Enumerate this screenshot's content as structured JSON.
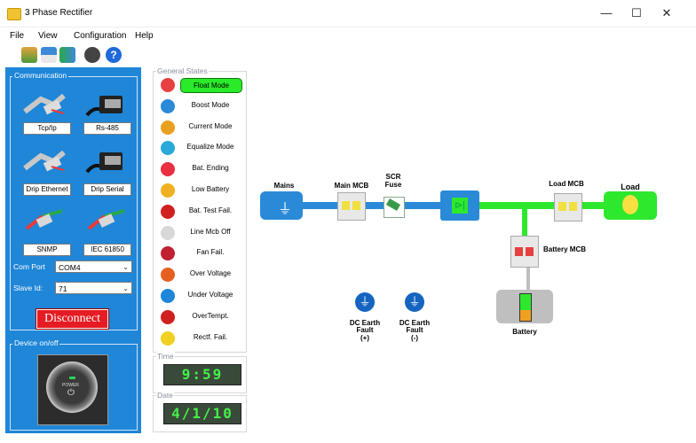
{
  "window": {
    "title": "3 Phase Rectifier",
    "minimize_glyph": "—",
    "maximize_glyph": "☐",
    "close_glyph": "✕"
  },
  "menu": {
    "items": [
      "File",
      "View",
      "Configuration",
      "Help"
    ]
  },
  "toolbar": {
    "icons": [
      "book-icon",
      "table-icon",
      "network-icon",
      "gear-icon",
      "help-icon"
    ]
  },
  "communication": {
    "group_label": "Communication",
    "devices": [
      "Tcp/Ip",
      "Rs-485",
      "Drip Ethernet",
      "Drip Serial",
      "SNMP",
      "IEC 61850"
    ],
    "com_port_label": "Com Port",
    "com_port_value": "COM4",
    "slave_id_label": "Slave Id:",
    "slave_id_value": "71",
    "disconnect_label": "Disconnect"
  },
  "device_onoff": {
    "group_label": "Device on/off",
    "power_text": "POWER",
    "power_glyph": "⏻"
  },
  "general_states": {
    "group_label": "General States",
    "items": [
      {
        "label": "Float Mode",
        "icon": "lifebuoy-icon",
        "color": "#e84040",
        "active": true
      },
      {
        "label": "Boost Mode",
        "icon": "rocket-icon",
        "color": "#2a8ad8",
        "active": false
      },
      {
        "label": "Current Mode",
        "icon": "lock-icon",
        "color": "#e8a020",
        "active": false
      },
      {
        "label": "Equalize Mode",
        "icon": "equalizer-icon",
        "color": "#2aa8d8",
        "active": false
      },
      {
        "label": "Bat. Ending",
        "icon": "battery-end-icon",
        "color": "#e83040",
        "active": false
      },
      {
        "label": "Low Battery",
        "icon": "low-battery-icon",
        "color": "#f0b020",
        "active": false
      },
      {
        "label": "Bat. Test Fail.",
        "icon": "test-fail-icon",
        "color": "#d02020",
        "active": false
      },
      {
        "label": "Line Mcb Off",
        "icon": "toggle-off-icon",
        "color": "#d8d8d8",
        "active": false
      },
      {
        "label": "Fan Fail.",
        "icon": "fan-icon",
        "color": "#c02030",
        "active": false
      },
      {
        "label": "Over Voltage",
        "icon": "gauge-icon",
        "color": "#e86020",
        "active": false
      },
      {
        "label": "Under Voltage",
        "icon": "globe-icon",
        "color": "#1f86d8",
        "active": false
      },
      {
        "label": "OverTempt.",
        "icon": "thermometer-icon",
        "color": "#d02020",
        "active": false
      },
      {
        "label": "Rectf. Fail.",
        "icon": "warning-icon",
        "color": "#f0d020",
        "active": false
      }
    ]
  },
  "time": {
    "label": "Time",
    "value": "9:59"
  },
  "date": {
    "label": "Date",
    "value": "4/1/10"
  },
  "diagram": {
    "mains_label": "Mains",
    "main_mcb_label": "Main MCB",
    "scr_fuse_label_1": "SCR",
    "scr_fuse_label_2": "Fuse",
    "load_mcb_label": "Load MCB",
    "load_label": "Load",
    "battery_mcb_label": "Battery MCB",
    "battery_label": "Battery",
    "dc_earth_pos": [
      "DC Earth",
      "Fault",
      "(+)"
    ],
    "dc_earth_neg": [
      "DC Earth",
      "Fault",
      "(-)"
    ],
    "colors": {
      "mains": "#2a8ad8",
      "line_blue": "#2a8ad8",
      "line_green": "#2ee82e",
      "load": "#2ee82e",
      "battery_box": "#bfbfbf"
    }
  }
}
